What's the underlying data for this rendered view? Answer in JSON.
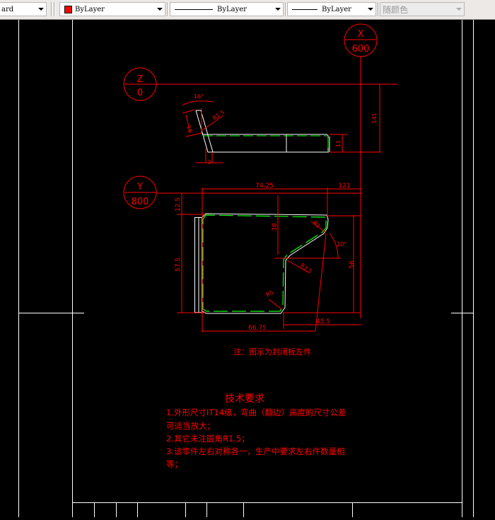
{
  "toolbar": {
    "text_style_combo": {
      "value": "ard"
    },
    "color_combo": {
      "value": "ByLayer",
      "swatch_color": "#ff0000"
    },
    "linetype_combo": {
      "value": "ByLayer"
    },
    "lineweight_combo": {
      "value": "ByLayer"
    },
    "plotstyle_combo": {
      "value": "随颜色",
      "disabled": true
    }
  },
  "drawing": {
    "background": "#000000",
    "colors": {
      "dimension": "#ff0000",
      "outline": "#ffffff",
      "centerline": "#00ff00",
      "frame": "#ffffff"
    },
    "bubbles": [
      {
        "id": "x",
        "top": "X",
        "bottom": "600"
      },
      {
        "id": "z",
        "top": "Z",
        "bottom": "0"
      },
      {
        "id": "y",
        "top": "Y",
        "bottom": "800"
      }
    ],
    "side_view_dims": {
      "angle": "16°",
      "radius": "R1.5",
      "flange_len": "15",
      "thickness": "3",
      "height_right": "11",
      "z_offset": "141"
    },
    "top_view_dims": {
      "width_top": "74.25",
      "offset_right": "121",
      "top_gap": "12.5",
      "left_height": "57.5",
      "notch_depth": "38",
      "right_height": "56",
      "radius_top": "R1",
      "angle": "30°",
      "radius_mid": "R3.5",
      "radius_bottom": "R5",
      "bottom_width": "66.75",
      "bottom_right": "45.5"
    },
    "note": "注：图示为封闭板左件",
    "tech_requirements": {
      "title": "技术要求",
      "lines": [
        "1.外形尺寸IT14级，弯曲（翻边）高度的尺寸公差",
        "可适当放大；",
        "2.其它未注圆角R1.5；",
        "3.该零件左右对称各一，生产中要求左右件数量相",
        "等；"
      ]
    }
  }
}
